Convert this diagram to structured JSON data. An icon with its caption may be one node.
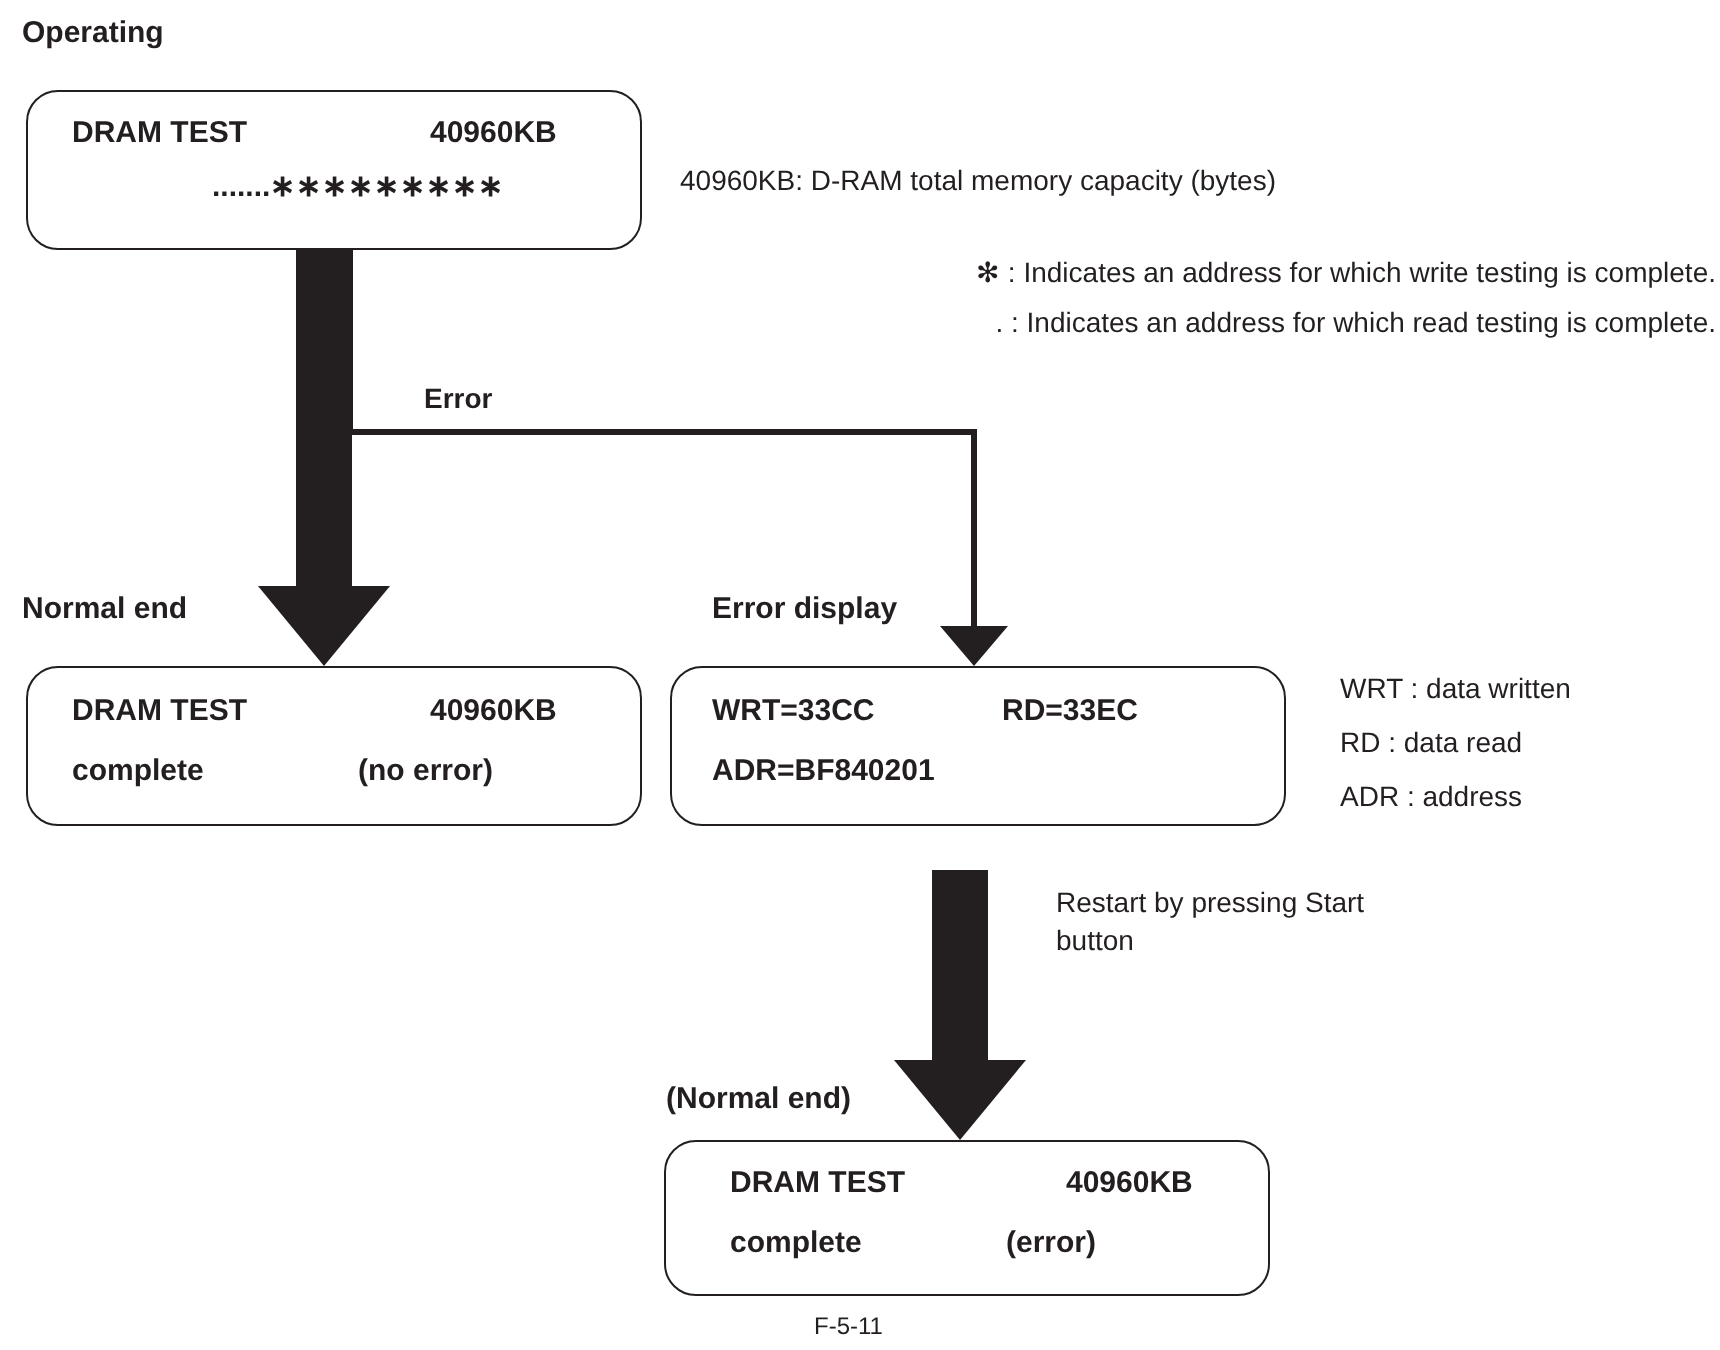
{
  "diagram": {
    "caption": "F-5-11",
    "nodes": [
      {
        "text": [
          "Operating",
          "DRAM TEST",
          "40960KB",
          ".......∗∗∗∗∗∗∗∗∗"
        ]
      },
      {
        "text": [
          "Normal end",
          "DRAM TEST",
          "40960KB",
          "complete",
          "(no error)"
        ]
      },
      {
        "text": [
          "Error display",
          "WRT=33CC",
          "RD=33EC",
          "ADR=BF840201"
        ]
      },
      {
        "text": [
          "(Normal end)",
          "DRAM TEST",
          "40960KB",
          "complete",
          "(error)"
        ]
      }
    ],
    "edges": [
      {
        "from": 0,
        "to": 1,
        "arrow": "to"
      },
      {
        "from": 0,
        "to": 2,
        "arrow": "to",
        "label": "Error"
      },
      {
        "from": 2,
        "to": 3,
        "arrow": "to",
        "label": "Restart by pressing Start button"
      }
    ],
    "labels": [
      "40960KB: D-RAM total memory capacity (bytes)",
      "✻ : Indicates an address for which write testing is complete.",
      ". : Indicates an address for which read testing is complete.",
      "WRT : data written",
      "RD : data read",
      "ADR : address"
    ]
  }
}
